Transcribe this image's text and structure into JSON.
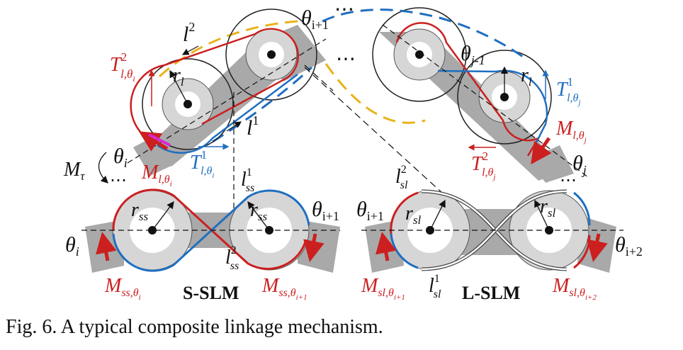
{
  "caption": "Fig. 6. A typical composite linkage mechanism.",
  "mechanism_labels": {
    "s_slm": "S-SLM",
    "l_slm": "L-SLM"
  },
  "top_left": {
    "l2": "l",
    "l2_sup": "2",
    "l1": "l",
    "l1_sup": "1",
    "T2": "T",
    "T2_sup": "2",
    "T2_sub": "l,θ",
    "T2_subsub": "i",
    "T1": "T",
    "T1_sup": "1",
    "T1_sub": "l,θ",
    "T1_subsub": "i",
    "r": "r",
    "r_sub": "l",
    "M": "M",
    "M_sub": "l,θ",
    "M_subsub": "i",
    "theta_i": "θ",
    "theta_i_sub": "i",
    "theta_ip1": "θ",
    "theta_ip1_sub": "i+1",
    "M_tau": "M",
    "M_tau_sub": "τ"
  },
  "top_right": {
    "theta_jm1": "θ",
    "theta_jm1_sub": "j-1",
    "r": "r",
    "r_sub": "l",
    "T1": "T",
    "T1_sup": "1",
    "T1_sub": "l,θ",
    "T1_subsub": "j",
    "M": "M",
    "M_sub": "l,θ",
    "M_subsub": "j",
    "T2": "T",
    "T2_sup": "2",
    "T2_sub": "l,θ",
    "T2_subsub": "j",
    "theta_j": "θ",
    "theta_j_sub": "j"
  },
  "bottom_left": {
    "r1": "r",
    "r1_sub": "ss",
    "r2": "r",
    "r2_sub": "ss",
    "l1": "l",
    "l1_sup": "1",
    "l1_sub": "ss",
    "l2": "l",
    "l2_sup": "2",
    "l2_sub": "ss",
    "theta_ip1": "θ",
    "theta_ip1_sub": "i+1",
    "theta_i": "θ",
    "theta_i_sub": "i",
    "M1": "M",
    "M1_sub": "ss,θ",
    "M1_subsub": "i",
    "M2": "M",
    "M2_sub": "ss,θ",
    "M2_subsub": "i+1"
  },
  "bottom_right": {
    "l2": "l",
    "l2_sup": "2",
    "l2_sub": "sl",
    "l1": "l",
    "l1_sup": "1",
    "l1_sub": "sl",
    "r1": "r",
    "r1_sub": "sl",
    "r2": "r",
    "r2_sub": "sl",
    "theta_ip1": "θ",
    "theta_ip1_sub": "i+1",
    "theta_ip2": "θ",
    "theta_ip2_sub": "i+2",
    "M1": "M",
    "M1_sub": "sl,θ",
    "M1_subsub": "i+1",
    "M2": "M",
    "M2_sub": "sl,θ",
    "M2_subsub": "i+2"
  },
  "dots": "⋯",
  "colors": {
    "red": "#cc1f1f",
    "blue": "#1f6fc0",
    "yellow": "#e8b21a",
    "gray": "#a9a9a9",
    "light": "#d6d6d6"
  }
}
